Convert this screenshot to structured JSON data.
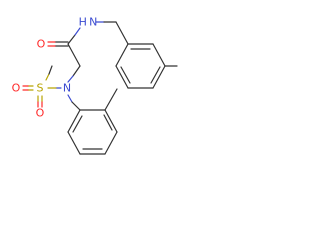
{
  "atoms": {
    "amide_oxygen": "O",
    "amide_nitrogen": "H N",
    "sulfonamide_nitrogen": "N",
    "sulfur": "S",
    "sulfonyl_oxygen_left": "O",
    "sulfonyl_oxygen_bottom": "O"
  },
  "colors": {
    "bond": "#333333",
    "nitrogen": "#3b4bd1",
    "oxygen": "#ff2a2a",
    "sulfur": "#b8a400"
  }
}
